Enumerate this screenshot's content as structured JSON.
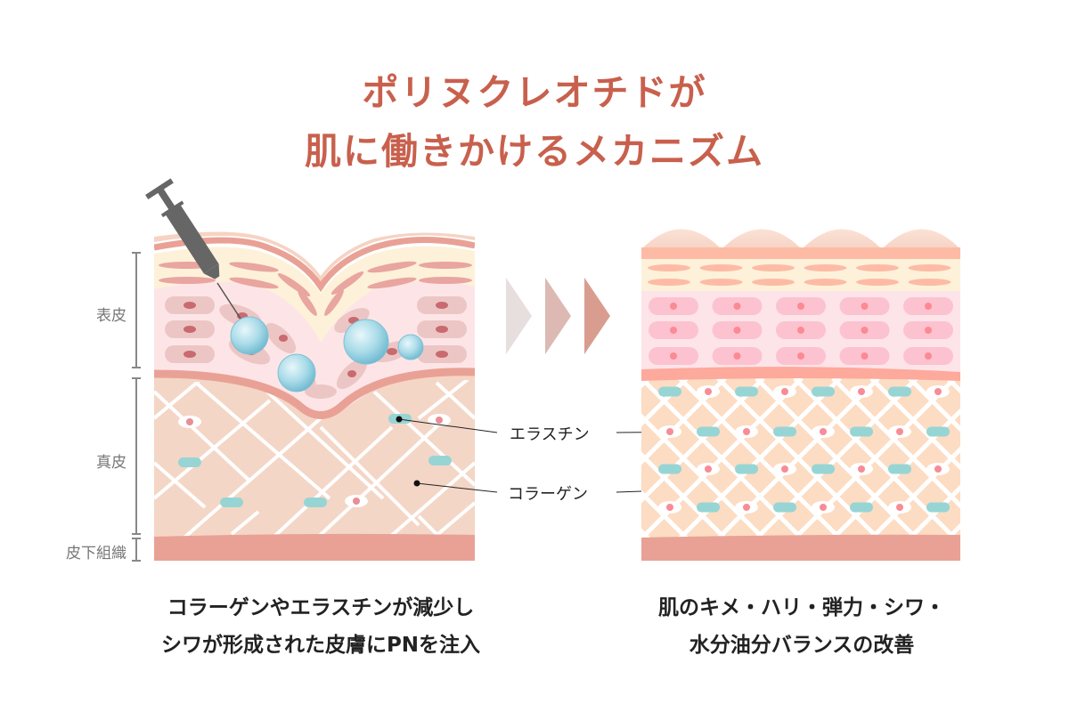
{
  "title": {
    "line1": "ポリヌクレオチドが",
    "line2": "肌に働きかけるメカニズム"
  },
  "layers": {
    "epidermis": "表皮",
    "dermis": "真皮",
    "subcutaneous": "皮下組織"
  },
  "annotations": {
    "elastin": "エラスチン",
    "collagen": "コラーゲン"
  },
  "captions": {
    "before_line1": "コラーゲンやエラスチンが減少し",
    "before_line2": "シワが形成された皮膚にPNを注入",
    "after_line1": "肌のキメ・ハリ・弾力・シワ・",
    "after_line2": "水分油分バランスの改善"
  },
  "colors": {
    "title": "#c8604d",
    "arrow1": "#e6dfdd",
    "arrow2": "#dcb9b2",
    "arrow3": "#d99d90",
    "elastin": "#97d5d5",
    "dermis": "#f4d6c6",
    "dermis_after": "#fcdcc3",
    "subcutaneous": "#e9a196"
  },
  "icons": {
    "syringe": "syringe-icon",
    "drop": "pn-droplet-icon",
    "arrow": "chevron-right-icon"
  }
}
